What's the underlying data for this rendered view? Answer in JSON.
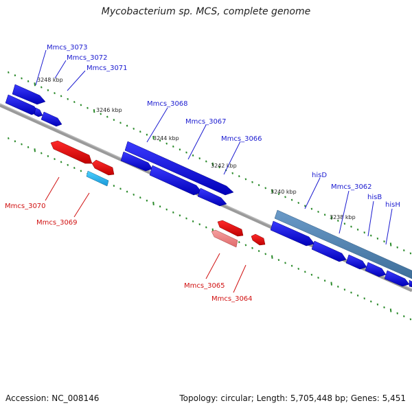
{
  "title": "Mycobacterium sp. MCS, complete genome",
  "footer": {
    "accession": "Accession: NC_008146",
    "summary": "Topology: circular; Length: 5,705,448 bp; Genes: 5,451"
  },
  "colors": {
    "forward_gene": "#1010e0",
    "forward_pseudo": "#4f86b8",
    "reverse_gene": "#e01010",
    "reverse_light": "#f08080",
    "reverse_cyan": "#2fb4f0",
    "label_forward": "#1a1ad0",
    "label_reverse": "#d01010",
    "backbone": "#808080",
    "tick": "#2a8a2a"
  },
  "ticks": [
    "3248 kbp",
    "3246 kbp",
    "3244 kbp",
    "3242 kbp",
    "3240 kbp",
    "3238 kbp"
  ],
  "genes": {
    "forward": [
      "Mmcs_3073",
      "Mmcs_3072",
      "Mmcs_3071",
      "Mmcs_3068",
      "Mmcs_3067",
      "Mmcs_3066",
      "hisD",
      "Mmcs_3062",
      "hisB",
      "hisH"
    ],
    "reverse": [
      "Mmcs_3070",
      "Mmcs_3069",
      "Mmcs_3065",
      "Mmcs_3064"
    ]
  }
}
